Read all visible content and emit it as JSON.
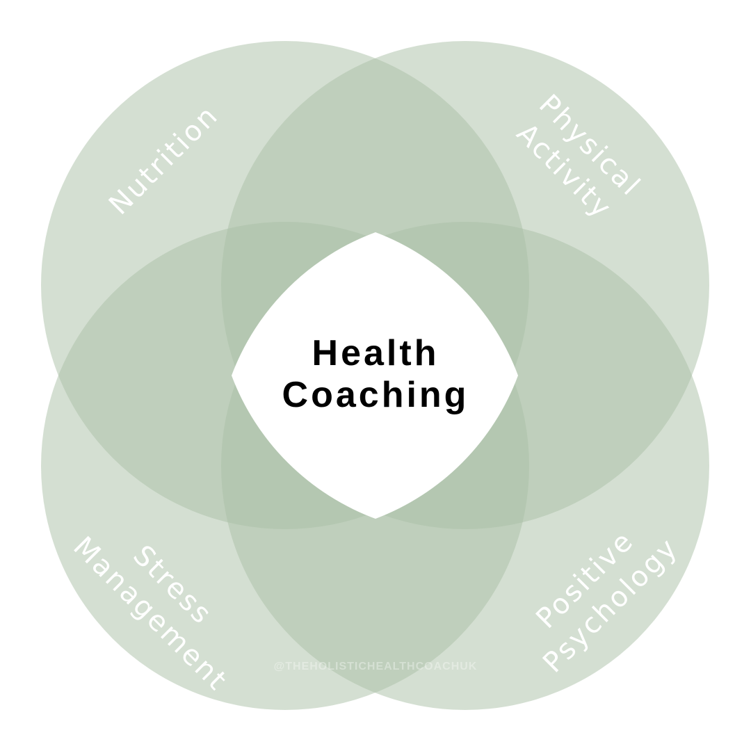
{
  "diagram": {
    "title": "Health Coaching",
    "title_lines": [
      "Health",
      "Coaching"
    ],
    "circles": [
      {
        "label": "Nutrition",
        "lines": [
          "Nutrition"
        ]
      },
      {
        "label": "Physical Activity",
        "lines": [
          "Physical",
          "Activity"
        ]
      },
      {
        "label": "Stress Management",
        "lines": [
          "Stress",
          "Management"
        ]
      },
      {
        "label": "Positive Psychology",
        "lines": [
          "Positive",
          "Psychology"
        ]
      }
    ],
    "watermark": "@THEHOLISTICHEALTHCOACHUK",
    "colors": {
      "circle_fill": "#a9bfa6",
      "label": "#ffffff",
      "center_text": "#000000",
      "background": "#ffffff"
    }
  }
}
